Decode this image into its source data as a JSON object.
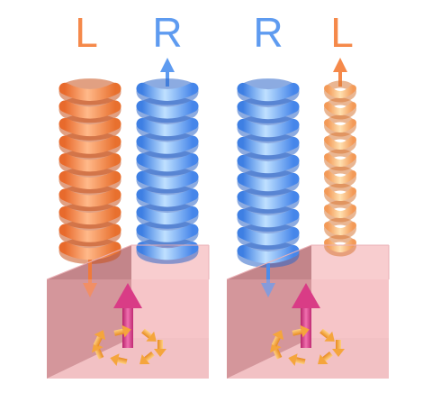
{
  "labels": {
    "left_pair": {
      "incident": "L",
      "outgoing": "R"
    },
    "right_pair": {
      "incident": "R",
      "outgoing": "L"
    }
  },
  "colors": {
    "left_circular": "#F5894A",
    "right_circular": "#5E9BF0",
    "magnetization_arrow": "#D93C86",
    "spin_arrows": "#F5A53C",
    "crystal": "#F2B3B8"
  },
  "icons": [
    "helix-beam",
    "arrow",
    "crystal-cube",
    "magnetization-arrow",
    "spin-arrow"
  ]
}
